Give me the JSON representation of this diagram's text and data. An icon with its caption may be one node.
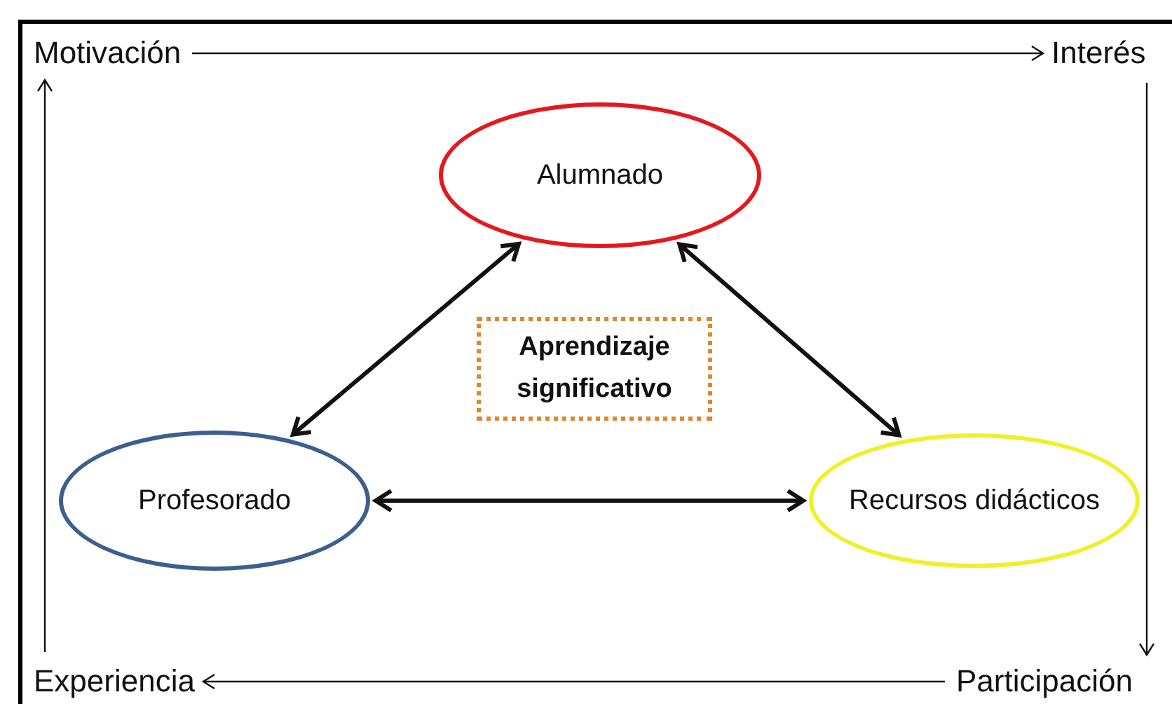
{
  "diagram": {
    "nodes": [
      {
        "text": [
          "Motivación"
        ]
      },
      {
        "text": [
          "Interés"
        ]
      },
      {
        "text": [
          "Alumnado"
        ]
      },
      {
        "text": [
          "Aprendizaje significativo"
        ]
      },
      {
        "text": [
          "Profesorado"
        ]
      },
      {
        "text": [
          "Recursos didácticos"
        ]
      },
      {
        "text": [
          "Experiencia"
        ]
      },
      {
        "text": [
          "Participación"
        ]
      }
    ],
    "edges": [
      {
        "from": 0,
        "to": 1,
        "arrow": "to"
      },
      {
        "from": 1,
        "to": 7,
        "arrow": "to"
      },
      {
        "from": 7,
        "to": 6,
        "arrow": "to"
      },
      {
        "from": 6,
        "to": 0,
        "arrow": "to"
      },
      {
        "from": 2,
        "to": 4,
        "arrow": "both",
        "style": "thick"
      },
      {
        "from": 2,
        "to": 5,
        "arrow": "both",
        "style": "thick"
      },
      {
        "from": 4,
        "to": 5,
        "arrow": "both",
        "style": "thick"
      }
    ]
  }
}
